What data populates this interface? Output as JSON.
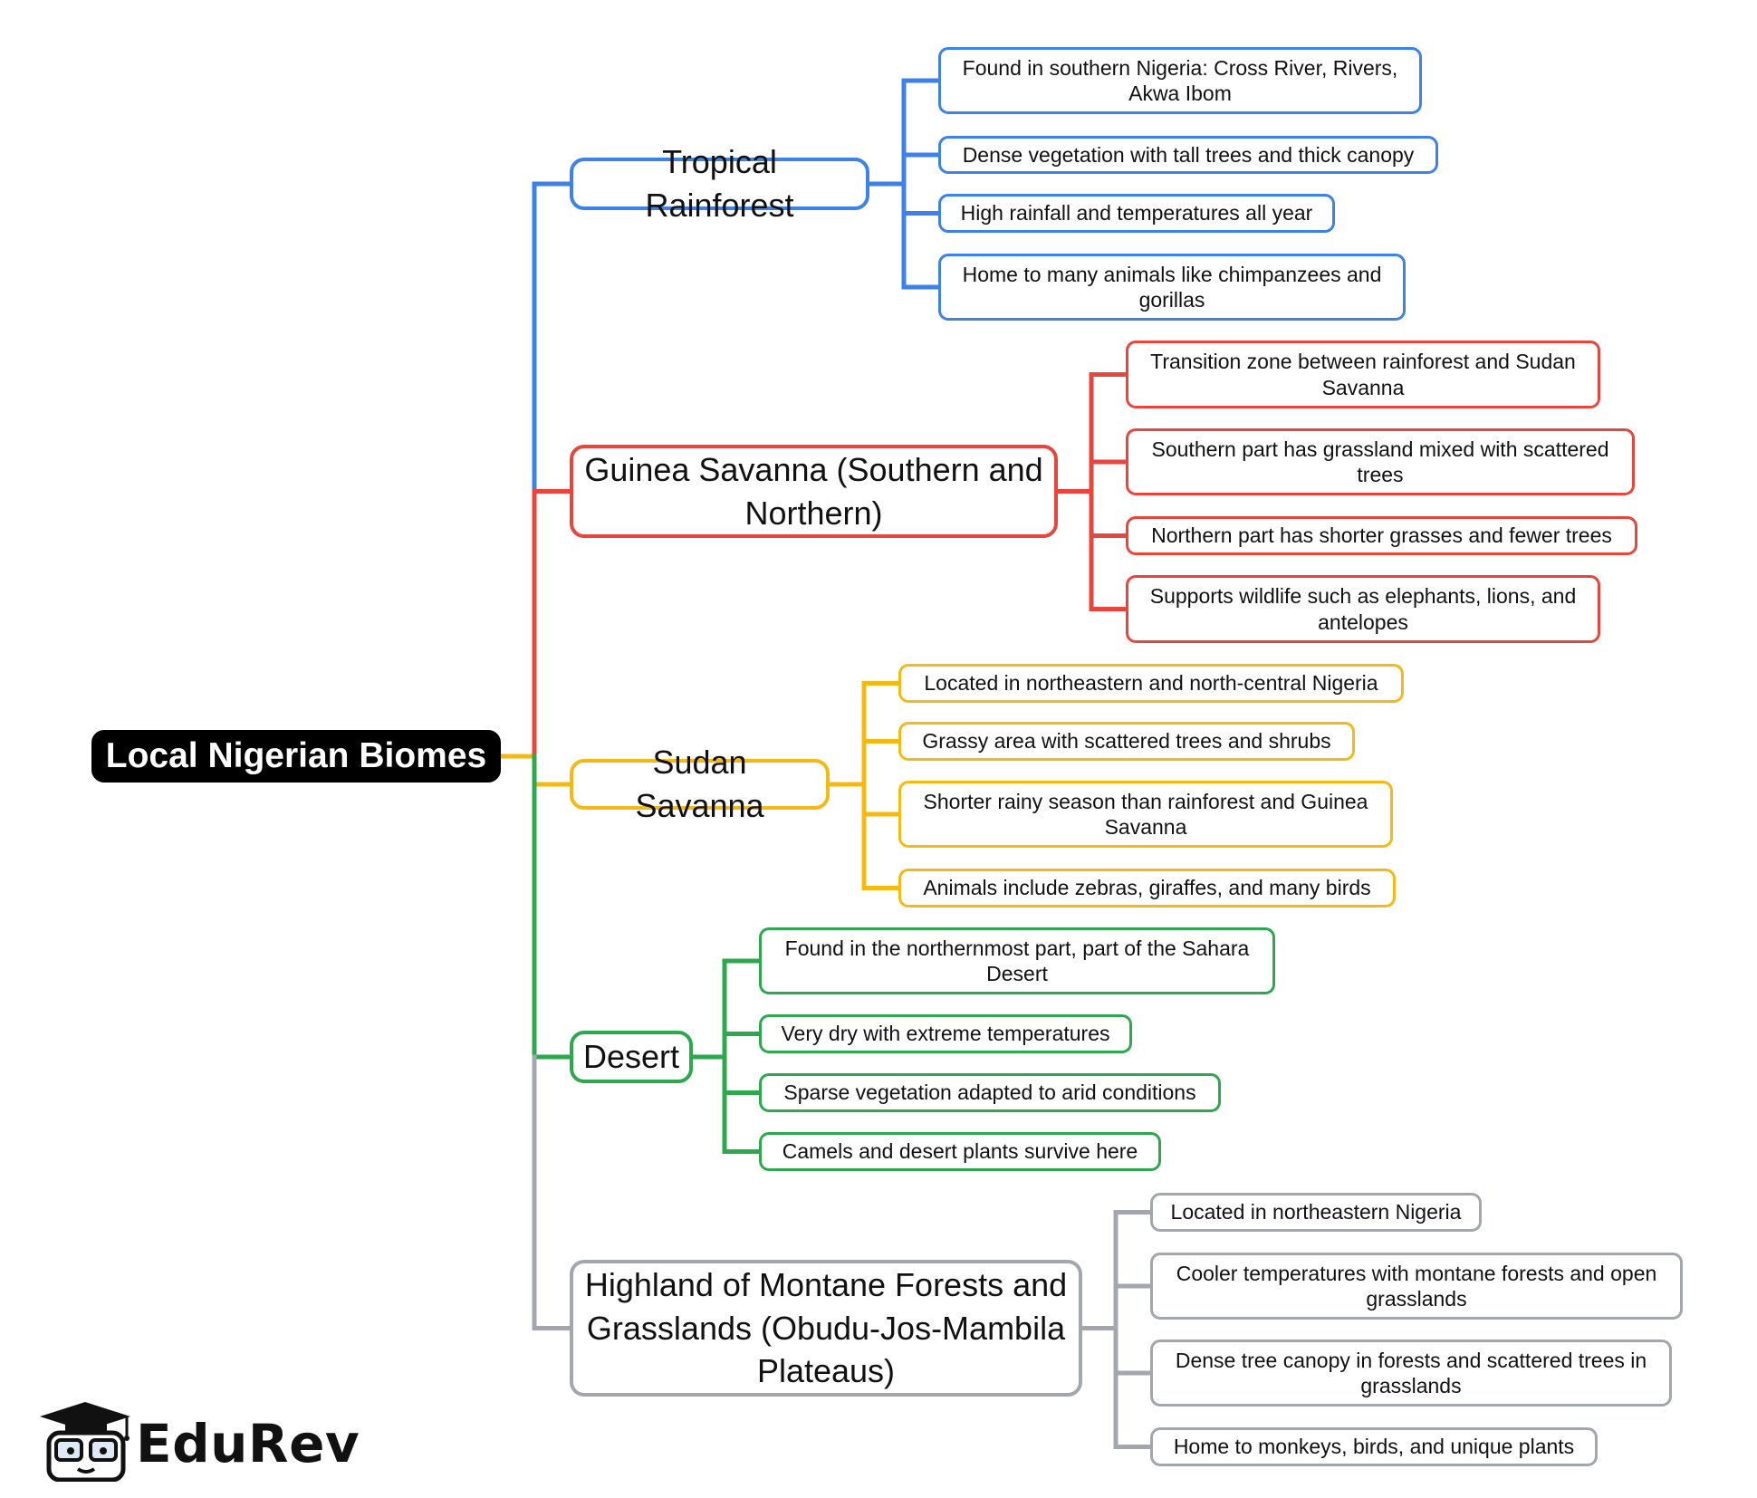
{
  "root": {
    "label": "Local Nigerian Biomes"
  },
  "branches": [
    {
      "label": "Tropical Rainforest",
      "color": "#3c82e8",
      "items": [
        "Found in southern Nigeria: Cross River, Rivers, Akwa Ibom",
        "Dense vegetation with tall trees and thick canopy",
        "High rainfall and temperatures all year",
        "Home to many animals like chimpanzees and gorillas"
      ]
    },
    {
      "label": "Guinea Savanna (Southern and Northern)",
      "color": "#e8463c",
      "items": [
        "Transition zone between rainforest and Sudan Savanna",
        "Southern part has grassland mixed with scattered trees",
        "Northern part has shorter grasses and fewer trees",
        "Supports wildlife such as elephants, lions, and antelopes"
      ]
    },
    {
      "label": "Sudan Savanna",
      "color": "#f5b914",
      "items": [
        "Located in northeastern and north-central Nigeria",
        "Grassy area with scattered trees and shrubs",
        "Shorter rainy season than rainforest and Guinea Savanna",
        "Animals include zebras, giraffes, and many birds"
      ]
    },
    {
      "label": "Desert",
      "color": "#2ea84e",
      "items": [
        "Found in the northernmost part, part of the Sahara Desert",
        "Very dry with extreme temperatures",
        "Sparse vegetation adapted to arid conditions",
        "Camels and desert plants survive here"
      ]
    },
    {
      "label": "Highland of Montane Forests and Grasslands (Obudu-Jos-Mambila Plateaus)",
      "color": "#a3a7ad",
      "items": [
        "Located in northeastern Nigeria",
        "Cooler temperatures with montane forests and open grasslands",
        "Dense tree canopy in forests and scattered trees in grasslands",
        "Home to monkeys, birds, and unique plants"
      ]
    }
  ],
  "logo": {
    "text": "EduRev",
    "icon": "graduation-cap-owl-icon"
  }
}
